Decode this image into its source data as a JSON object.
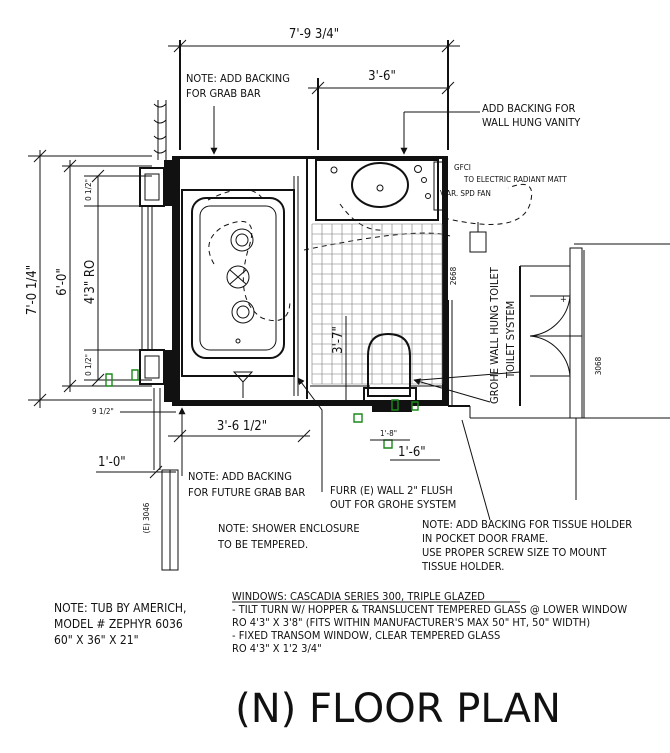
{
  "dimensions": {
    "overall_width": "7'-9 3/4\"",
    "vanity_width": "3'-6\"",
    "overall_height": "7'-0 1/4\"",
    "window_height": "6'-0\"",
    "window_ro": "4'3\" RO",
    "sill_top": "0 1/2\"",
    "sill_bottom": "0 1/2\"",
    "tub_width": "3'-6 1/2\"",
    "offset_small": "9 1/2\"",
    "offset_foot": "1'-0\"",
    "toilet_depth": "3'-7\"",
    "toilet_center": "1'-6\"",
    "toilet_small": "1'-8\"",
    "existing_opening": "(E) 3046",
    "door_size": "3068",
    "pocket_size": "2668"
  },
  "notes": {
    "grab_bar": [
      "NOTE: ADD BACKING",
      "FOR GRAB BAR"
    ],
    "vanity": [
      "ADD BACKING FOR",
      "WALL HUNG VANITY"
    ],
    "gfci": "GFCI",
    "radiant": "TO ELECTRIC RADIANT MATT",
    "fan": "V.AR. SPD FAN",
    "toilet": [
      "GROHE WALL HUNG TOILET",
      "TOILET SYSTEM"
    ],
    "future_grab_bar": [
      "NOTE: ADD BACKING",
      "FOR FUTURE GRAB BAR"
    ],
    "furr": [
      "FURR (E) WALL 2\" FLUSH",
      "OUT FOR GROHE SYSTEM"
    ],
    "shower": [
      "NOTE: SHOWER ENCLOSURE",
      "TO BE TEMPERED."
    ],
    "tissue": [
      "NOTE: ADD BACKING FOR TISSUE HOLDER",
      "IN POCKET DOOR FRAME.",
      "USE PROPER SCREW SIZE TO MOUNT",
      "TISSUE HOLDER."
    ]
  },
  "tub": [
    "NOTE: TUB BY AMERICH,",
    "MODEL # ZEPHYR 6036",
    "60\" X 36\" X 21\""
  ],
  "windows": [
    "WINDOWS:   CASCADIA SERIES 300, TRIPLE GLAZED",
    "- TILT TURN W/ HOPPER & TRANSLUCENT TEMPERED GLASS @ LOWER WINDOW",
    "RO 4'3\" X 3'8\"  (FITS WITHIN  MANUFACTURER'S MAX 50\" HT, 50\" WIDTH)",
    "- FIXED TRANSOM WINDOW, CLEAR TEMPERED GLASS",
    "RO 4'3\" X 1'2 3/4\""
  ],
  "title": "(N) FLOOR PLAN"
}
